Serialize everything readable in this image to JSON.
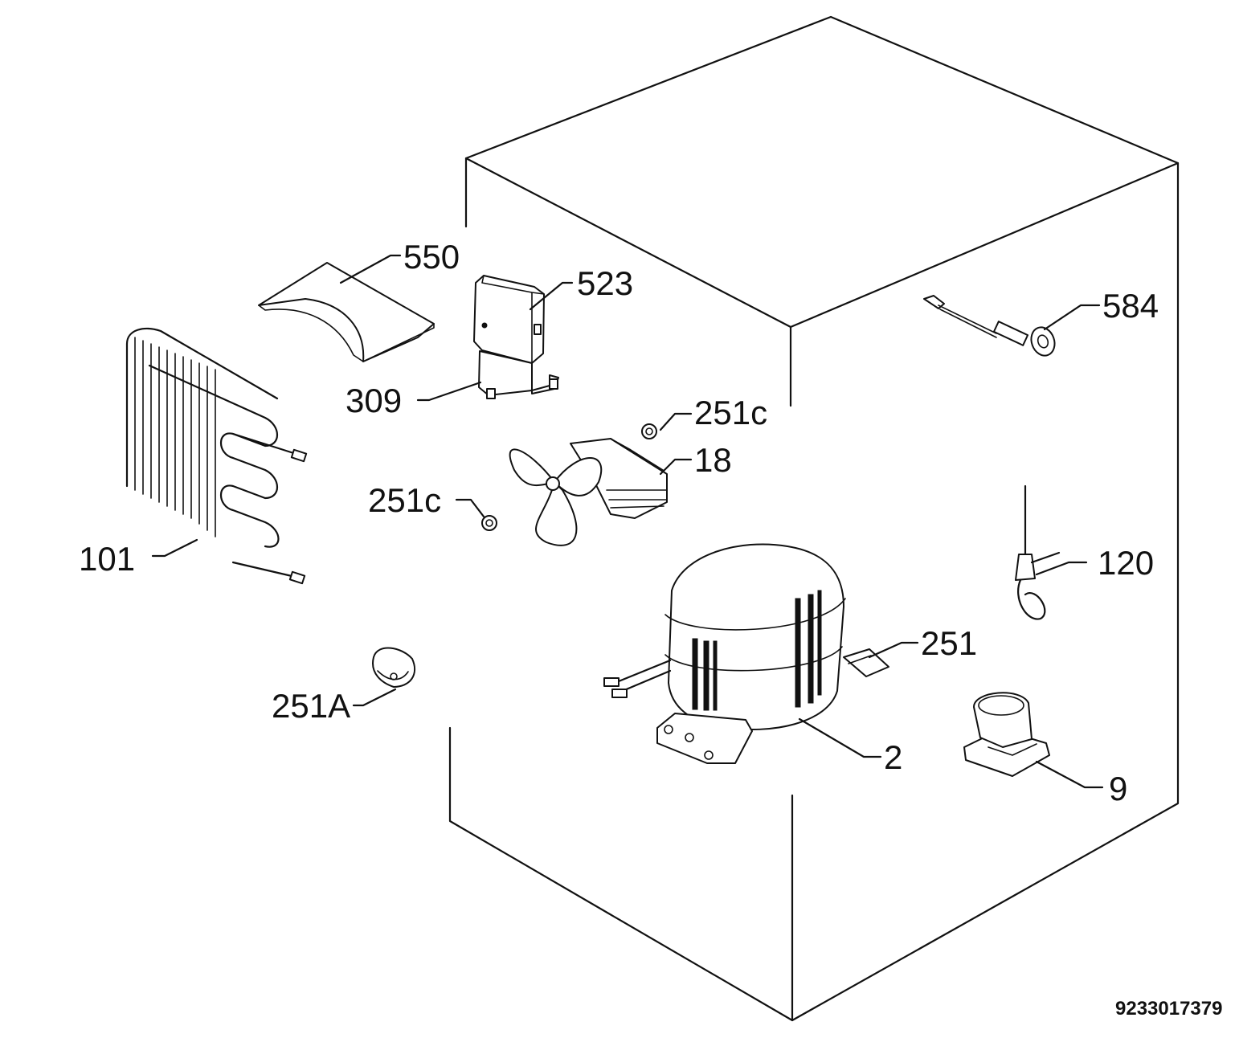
{
  "diagram": {
    "document_code": "9233017379",
    "callouts": [
      {
        "id": "c550",
        "label": "550"
      },
      {
        "id": "c523",
        "label": "523"
      },
      {
        "id": "c309",
        "label": "309"
      },
      {
        "id": "c584",
        "label": "584"
      },
      {
        "id": "c251c_top",
        "label": "251c"
      },
      {
        "id": "c18",
        "label": "18"
      },
      {
        "id": "c251c_left",
        "label": "251c"
      },
      {
        "id": "c101",
        "label": "101"
      },
      {
        "id": "c120",
        "label": "120"
      },
      {
        "id": "c251",
        "label": "251"
      },
      {
        "id": "c251A",
        "label": "251A"
      },
      {
        "id": "c2",
        "label": "2"
      },
      {
        "id": "c9",
        "label": "9"
      }
    ]
  }
}
